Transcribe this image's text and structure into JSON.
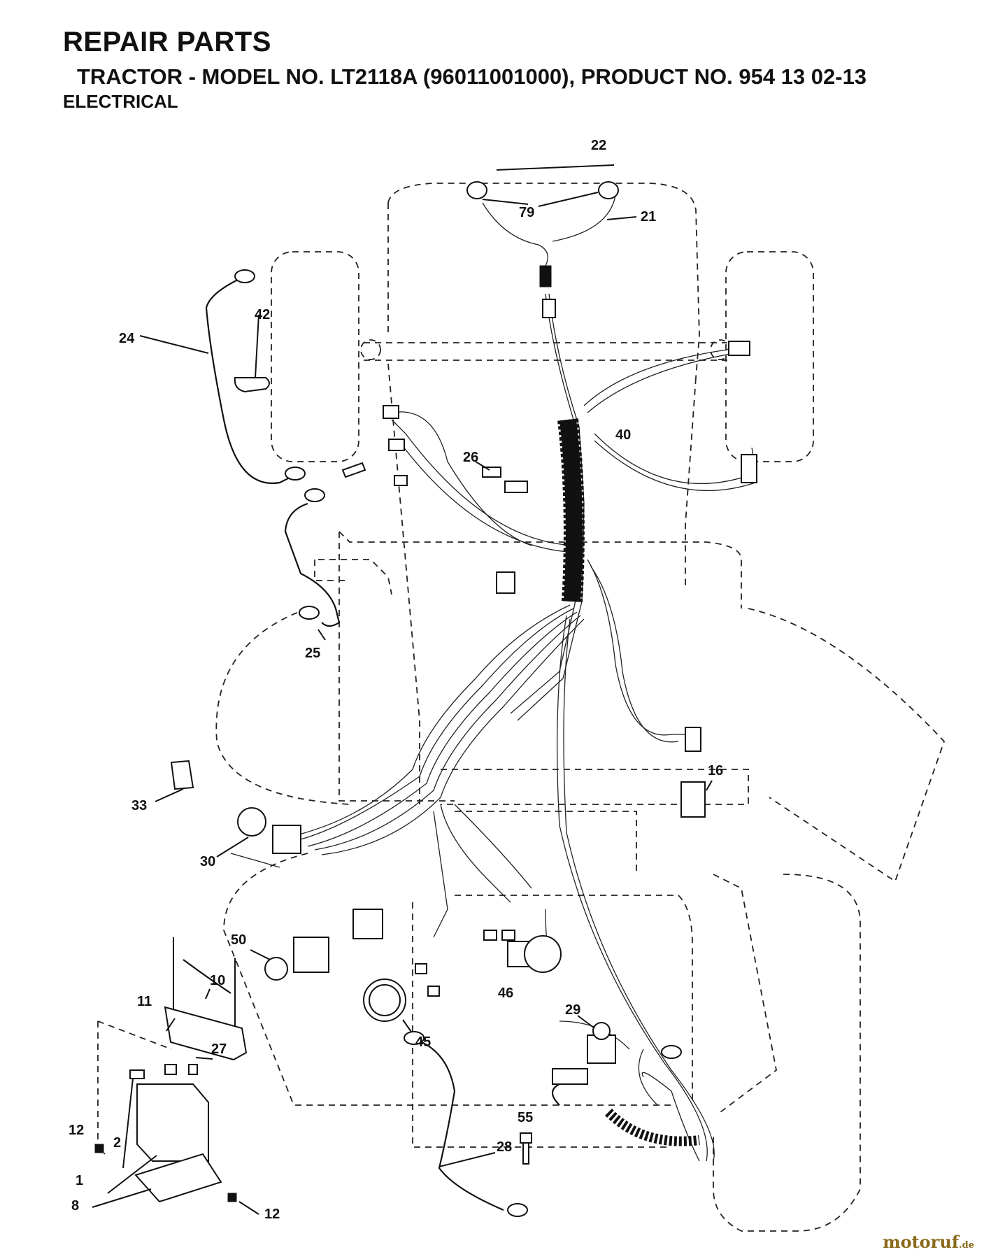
{
  "header": {
    "title": "REPAIR PARTS",
    "subtitle": "TRACTOR - MODEL NO. LT2118A (96011001000),  PRODUCT NO. 954 13 02-13",
    "section": "ELECTRICAL"
  },
  "callouts": {
    "c1": "1",
    "c2": "2",
    "c8": "8",
    "c10": "10",
    "c11": "11",
    "c12a": "12",
    "c12b": "12",
    "c16": "16",
    "c21": "21",
    "c22": "22",
    "c24": "24",
    "c25": "25",
    "c26": "26",
    "c27": "27",
    "c28": "28",
    "c29": "29",
    "c30": "30",
    "c33": "33",
    "c40": "40",
    "c42": "42",
    "c45": "45",
    "c46": "46",
    "c50": "50",
    "c55": "55",
    "c79": "79"
  },
  "watermark": {
    "brand": "motoruf",
    "suffix": ".de"
  }
}
